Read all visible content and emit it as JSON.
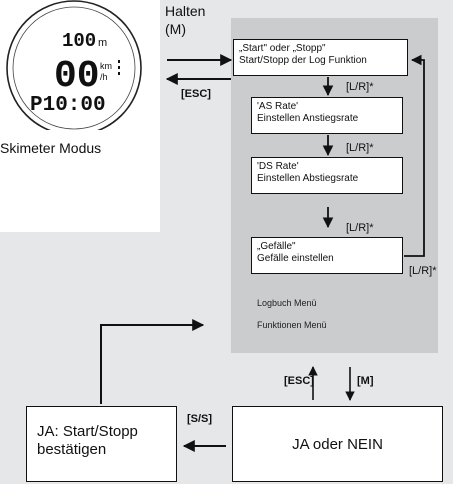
{
  "device": {
    "altitude": "100",
    "altitude_unit": "m",
    "speed": "00",
    "speed_unit_top": "km",
    "speed_unit_bottom": "/h",
    "time": "P10:00",
    "mode_caption": "Skimeter Modus"
  },
  "labels": {
    "hold": "Halten",
    "hold_key": "(M)",
    "esc_left": "[ESC]",
    "lr_1": "[L/R]*",
    "lr_2": "[L/R]*",
    "lr_3": "[L/R]*",
    "lr_side": "[L/R]*",
    "esc_bottom": "[ESC]",
    "m_bottom": "[M]",
    "ss": "[S/S]"
  },
  "menu": {
    "items": [
      {
        "title": "„Start\" oder „Stopp\"",
        "subtitle": "Start/Stopp der Log Funktion"
      },
      {
        "title": "'AS Rate'",
        "subtitle": "Einstellen Anstiegsrate"
      },
      {
        "title": "'DS Rate'",
        "subtitle": "Einstellen Abstiegsrate"
      },
      {
        "title": "„Gefälle\"",
        "subtitle": "Gefälle einstellen"
      }
    ],
    "logbook": "Logbuch Menü",
    "functions": "Funktionen Menü"
  },
  "confirm": {
    "left_line1": "JA: Start/Stopp",
    "left_line2": "bestätigen",
    "right": "JA oder NEIN"
  }
}
